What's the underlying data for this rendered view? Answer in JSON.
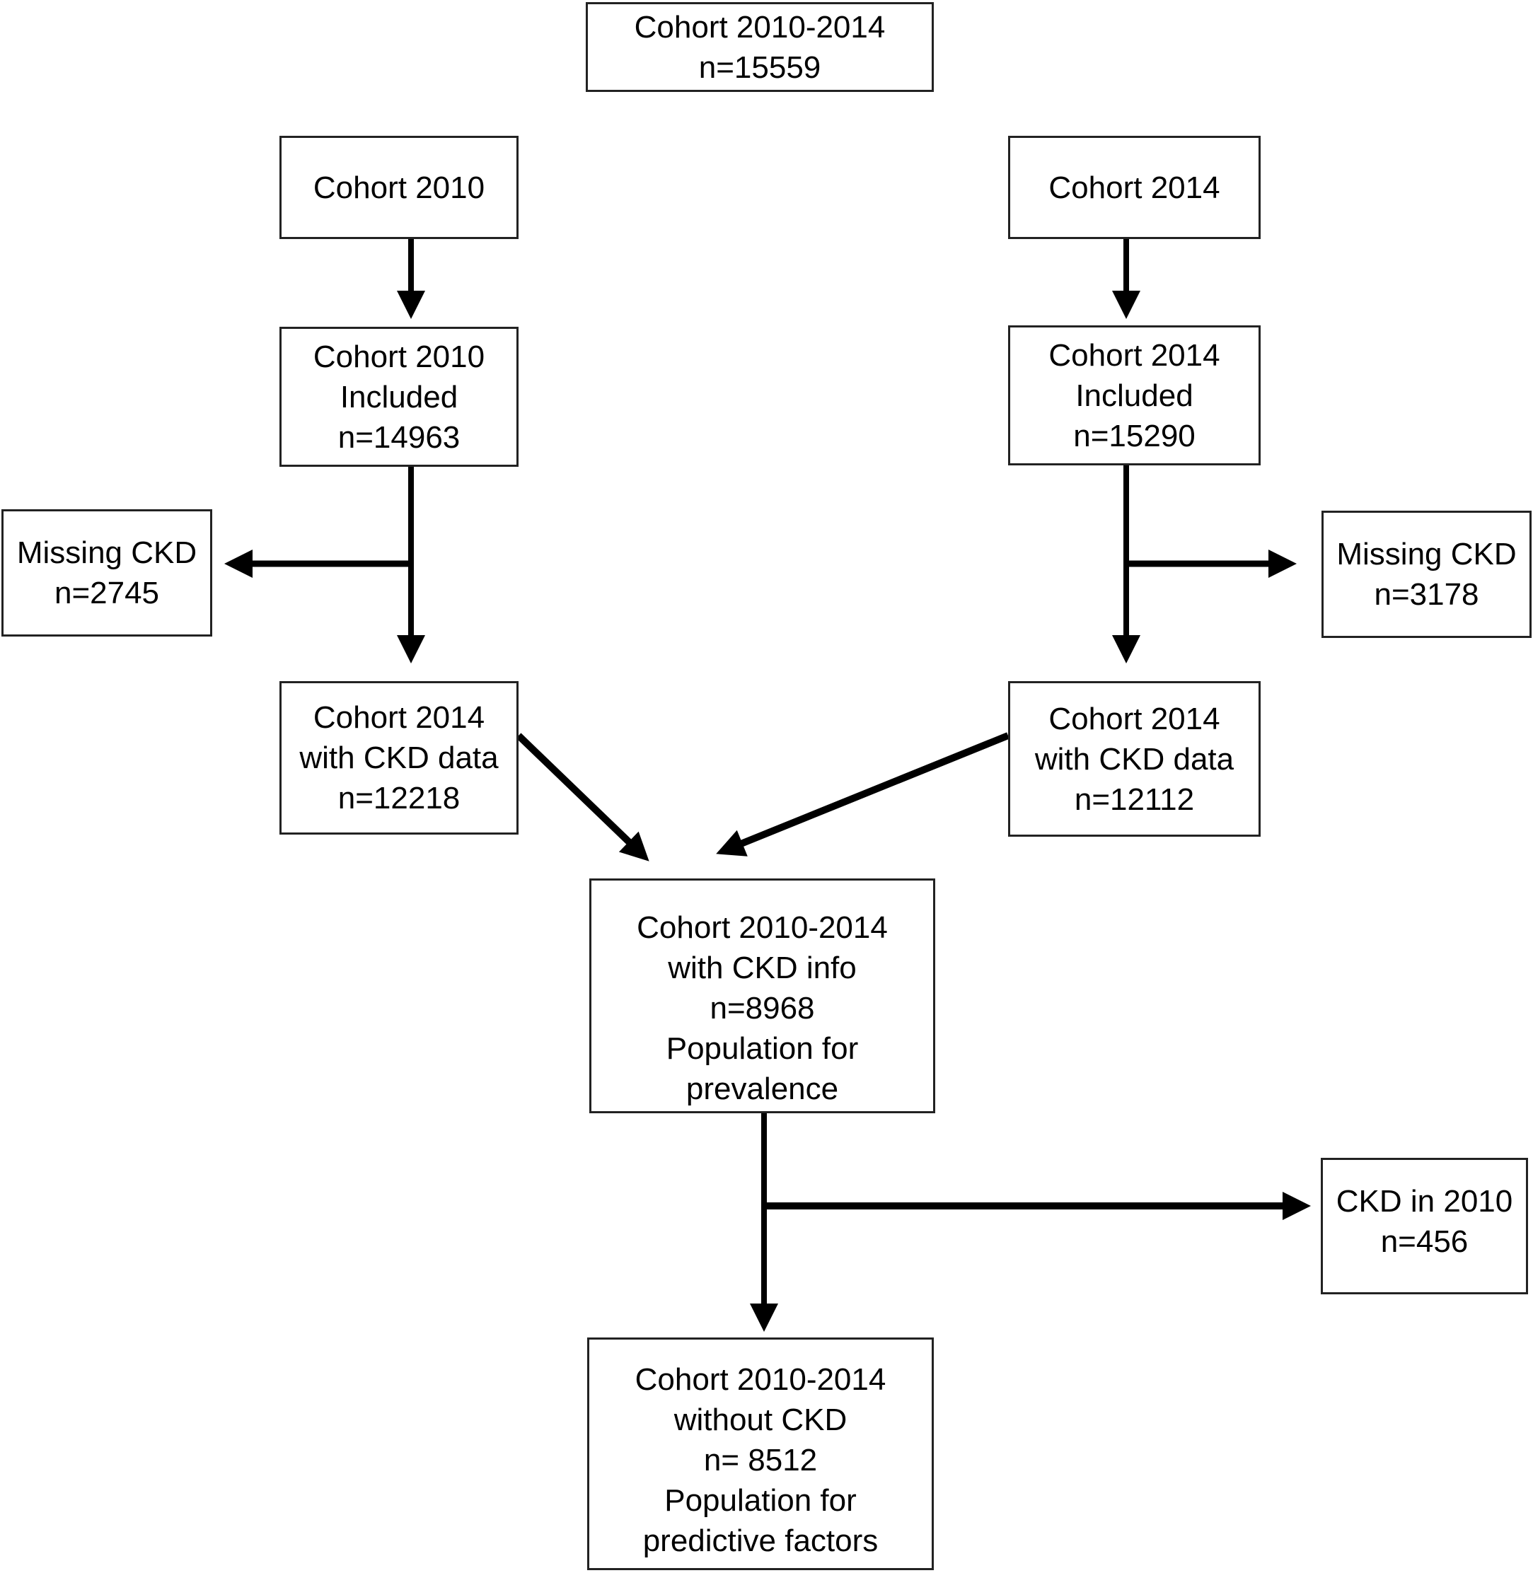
{
  "figure": {
    "type": "flowchart",
    "colors": {
      "background": "#ffffff",
      "box_border": "#222222",
      "text": "#000000",
      "arrow": "#000000"
    }
  },
  "nodes": {
    "cohort_total": {
      "lines": [
        "Cohort 2010-2014",
        "n=15559"
      ]
    },
    "cohort_2010": {
      "lines": [
        "Cohort 2010"
      ]
    },
    "cohort_2014": {
      "lines": [
        "Cohort 2014"
      ]
    },
    "cohort_2010_included": {
      "lines": [
        "Cohort 2010",
        "Included",
        "n=14963"
      ]
    },
    "cohort_2014_included": {
      "lines": [
        "Cohort 2014",
        "Included",
        "n=15290"
      ]
    },
    "missing_ckd_left": {
      "lines": [
        "Missing CKD",
        "n=2745"
      ]
    },
    "missing_ckd_right": {
      "lines": [
        "Missing CKD",
        "n=3178"
      ]
    },
    "cohort_2010_with_ckd_data": {
      "lines": [
        "Cohort 2014",
        "with CKD data",
        "n=12218"
      ]
    },
    "cohort_2014_with_ckd_data": {
      "lines": [
        "Cohort 2014",
        "with CKD data",
        "n=12112"
      ]
    },
    "cohort_with_ckd_info": {
      "lines": [
        "Cohort 2010-2014",
        "with CKD info",
        "n=8968",
        "Population for",
        "prevalence"
      ]
    },
    "ckd_in_2010": {
      "lines": [
        "CKD in 2010",
        "n=456"
      ]
    },
    "cohort_without_ckd": {
      "lines": [
        "Cohort 2010-2014",
        "without CKD",
        "n= 8512",
        "Population for",
        "predictive factors"
      ]
    }
  }
}
